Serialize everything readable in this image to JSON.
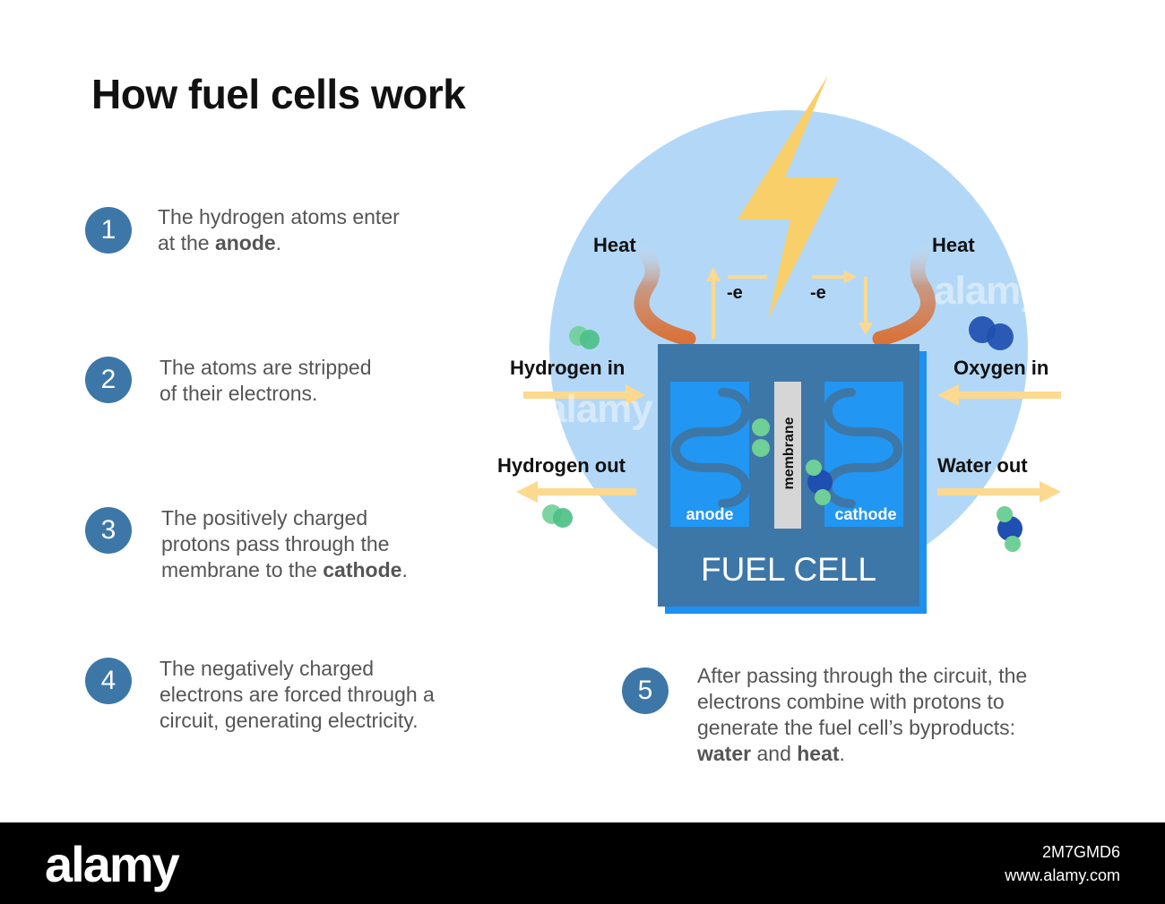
{
  "title": "How fuel cells work",
  "steps": [
    {
      "num": "1",
      "pre": "The hydrogen atoms enter",
      "pre2": "at the ",
      "bold": "anode",
      "post": "."
    },
    {
      "num": "2",
      "line1": "The atoms are stripped",
      "line2": "of their electrons."
    },
    {
      "num": "3",
      "line1": "The positively charged",
      "line2": "protons pass through the",
      "pre3": "membrane to the ",
      "bold": "cathode",
      "post": "."
    },
    {
      "num": "4",
      "line1": "The negatively charged",
      "line2": "electrons are forced through a",
      "line3": "circuit, generating electricity."
    },
    {
      "num": "5",
      "line1": "After passing through the circuit, the",
      "line2": "electrons combine with protons to",
      "line3": "generate the fuel cell’s byproducts:",
      "bold1": "water",
      "mid": " and ",
      "bold2": "heat",
      "post": "."
    }
  ],
  "diagram": {
    "heat_left": "Heat",
    "heat_right": "Heat",
    "electron_left": "-e",
    "electron_right": "-e",
    "hydrogen_in": "Hydrogen in",
    "hydrogen_out": "Hydrogen out",
    "oxygen_in": "Oxygen in",
    "water_out": "Water out",
    "anode": "anode",
    "cathode": "cathode",
    "membrane": "membrane",
    "fuel_cell": "FUEL CELL"
  },
  "colors": {
    "circle": "#b3d8f7",
    "cell_body": "#3d77a8",
    "cell_shadow": "#1e90f0",
    "chamber": "#2196f3",
    "arrow": "#fcd98e",
    "bolt": "#f9cf6a",
    "hydrogen_atom": "#6fcf97",
    "oxygen_atom": "#1f4fb0",
    "step_badge": "#3d77a8"
  },
  "footer": {
    "brand": "alamy",
    "image_id": "2M7GMD6",
    "site": "www.alamy.com",
    "watermark": "alamy"
  }
}
